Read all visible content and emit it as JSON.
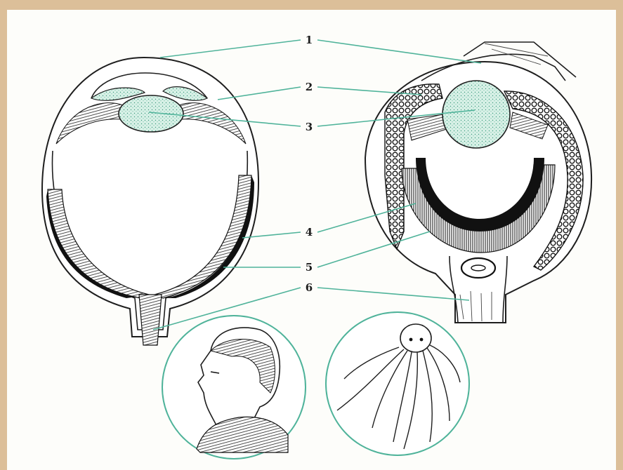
{
  "labels": [
    "1",
    "2",
    "3",
    "4",
    "5",
    "6"
  ],
  "colors": {
    "background": "#dcbf99",
    "paper": "#fdfdfa",
    "leader_line": "#4fb39a",
    "lens_fill": "#cfeee2",
    "ink": "#1e1e1e"
  }
}
